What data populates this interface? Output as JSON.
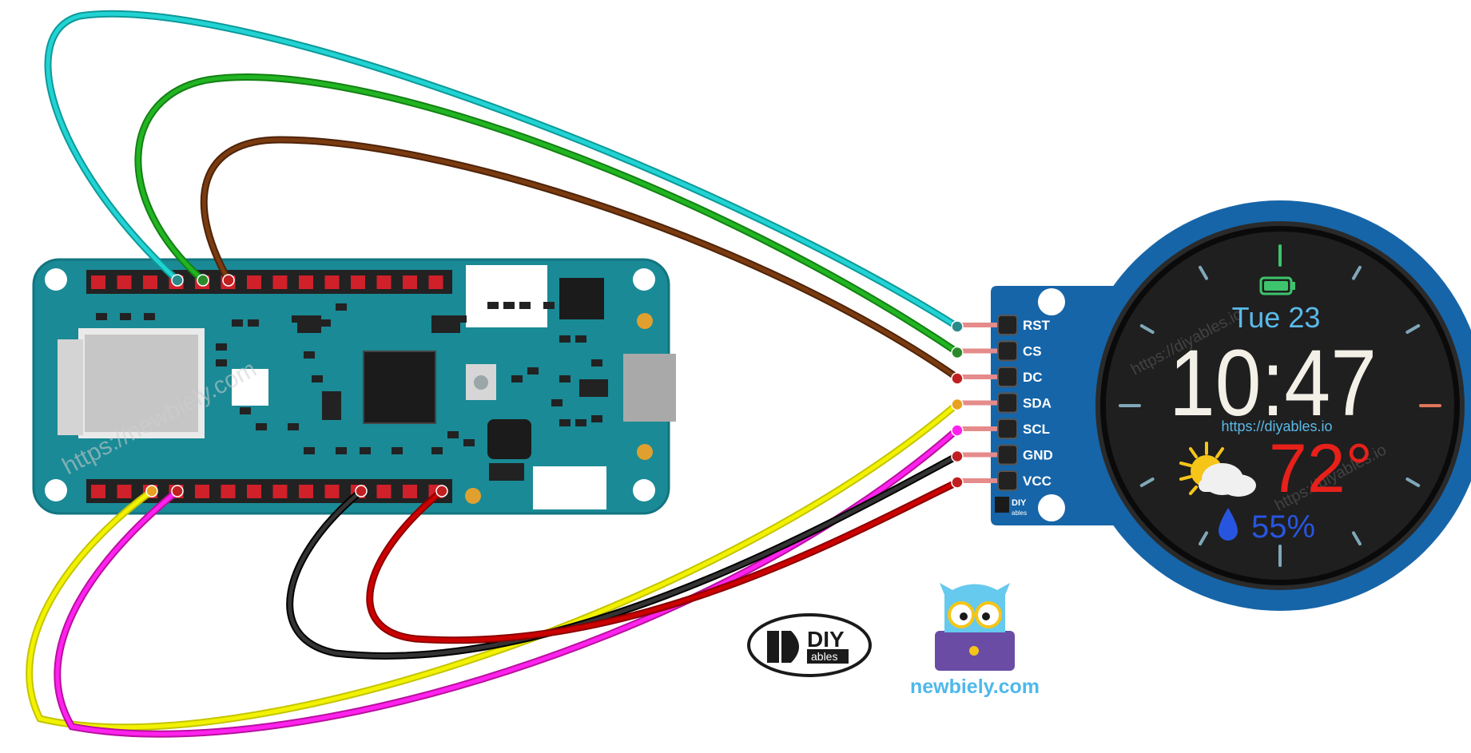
{
  "display_pins": [
    "RST",
    "CS",
    "DC",
    "SDA",
    "SCL",
    "GND",
    "VCC"
  ],
  "screen": {
    "date": "Tue 23",
    "time": "10:47",
    "url": "https://diyables.io",
    "temperature": "72°",
    "humidity": "55%"
  },
  "watermark": "https://newbiely.com",
  "screen_watermark": "https://diyables.io",
  "logos": {
    "diyables_main": "DIY",
    "diyables_sub": "ables",
    "newbiely_caption": "newbiely.com"
  },
  "board_badge": "DIY",
  "board_badge_sub": "ables",
  "colors": {
    "board": "#1a8a96",
    "display_pcb": "#1665a8",
    "wire_rst": "#22d3d3",
    "wire_cs": "#22b422",
    "wire_dc": "#7a3b10",
    "wire_sda": "#f2f200",
    "wire_scl": "#ff22ee",
    "wire_gnd": "#222222",
    "wire_vcc": "#cc0000",
    "date_color": "#5bb9e8",
    "temp_color": "#e8201a",
    "humidity_color": "#2855e0"
  },
  "icons": [
    "battery-icon",
    "sun-cloud-icon",
    "water-drop-icon",
    "owl-mascot-icon"
  ]
}
